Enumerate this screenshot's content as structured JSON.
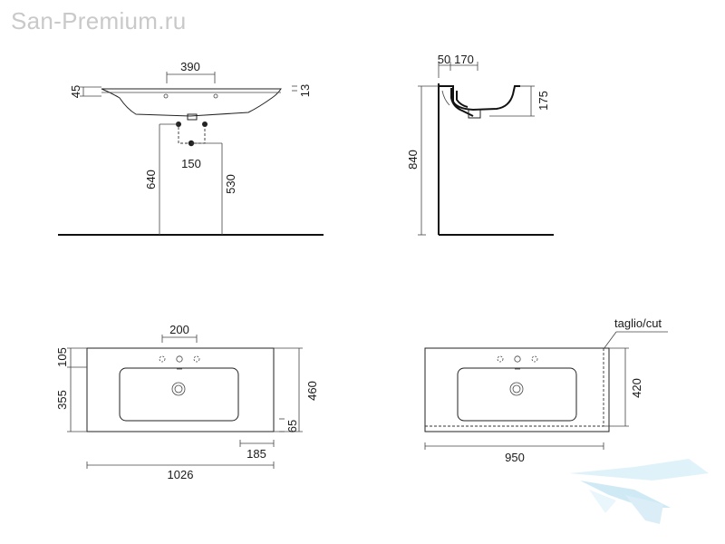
{
  "watermark": "San-Premium.ru",
  "dims": {
    "front_top_width": "390",
    "front_rim": "45",
    "front_rim_right": "13",
    "front_holes": "150",
    "front_height_640": "640",
    "front_height_530": "530",
    "side_left": "50",
    "side_depth": "170",
    "side_height_175": "175",
    "side_height_840": "840",
    "top_holes": "200",
    "top_back": "105",
    "top_bowl": "355",
    "top_depth": "460",
    "top_front": "65",
    "top_offset": "185",
    "top_width": "1026",
    "cut_label": "taglio/cut",
    "cut_depth": "420",
    "cut_width": "950"
  },
  "colors": {
    "line": "#222222",
    "watermark": "#c9c9c9",
    "logo": "#bfe3f2"
  },
  "icons": [
    "logo-icon"
  ]
}
